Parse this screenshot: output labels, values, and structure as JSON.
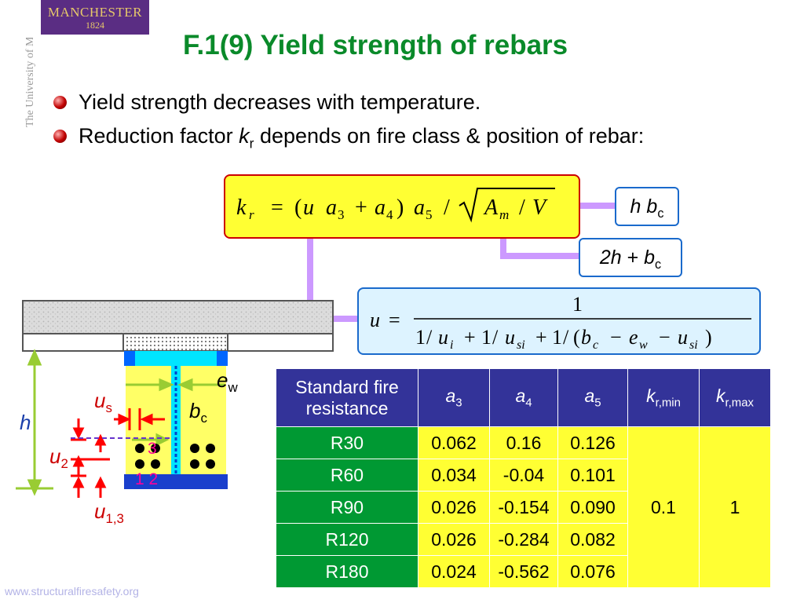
{
  "logo": {
    "name": "MANCHESTER",
    "year": "1824",
    "vertical": "The University of Manchester"
  },
  "title": "F.1(9) Yield strength of rebars",
  "bullets": [
    "Yield strength decreases with temperature.",
    "Reduction factor k_r depends on fire class & position of rebar:"
  ],
  "bullet2_parts": {
    "pre": "Reduction factor ",
    "var": "k",
    "sub": "r",
    "post": " depends on fire class & position of rebar:"
  },
  "tag1": "h b_c",
  "tag2": "2h + b_c",
  "diagram_labels": {
    "ew": "e_w",
    "us": "u_s",
    "bc": "b_c",
    "h": "h",
    "u2": "u_2",
    "u13": "u_1,3",
    "n3": "3",
    "n12": "1 2"
  },
  "table": {
    "headers": [
      "Standard fire resistance",
      "a3",
      "a4",
      "a5",
      "kr,min",
      "kr,max"
    ],
    "rows": [
      {
        "fire": "R30",
        "a3": "0.062",
        "a4": "0.16",
        "a5": "0.126"
      },
      {
        "fire": "R60",
        "a3": "0.034",
        "a4": "-0.04",
        "a5": "0.101"
      },
      {
        "fire": "R90",
        "a3": "0.026",
        "a4": "-0.154",
        "a5": "0.090"
      },
      {
        "fire": "R120",
        "a3": "0.026",
        "a4": "-0.284",
        "a5": "0.082"
      },
      {
        "fire": "R180",
        "a3": "0.024",
        "a4": "-0.562",
        "a5": "0.076"
      }
    ],
    "kr_min": "0.1",
    "kr_max": "1"
  },
  "footer": "www.structuralfiresafety.org",
  "colors": {
    "title": "#0a8a2a",
    "table_header": "#333399",
    "table_row": "#009933",
    "highlight": "#ffff33",
    "connector": "#cc99ff"
  }
}
